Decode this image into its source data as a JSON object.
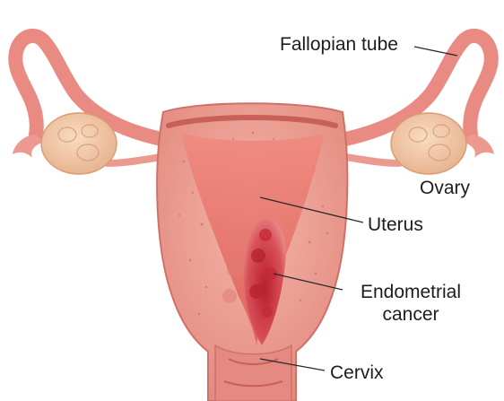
{
  "labels": {
    "fallopian_tube": "Fallopian tube",
    "ovary": "Ovary",
    "uterus": "Uterus",
    "endometrial_cancer": {
      "line1": "Endometrial",
      "line2": "cancer"
    },
    "cervix": "Cervix"
  },
  "colors": {
    "background": "#ffffff",
    "outer_wall": "#e98b82",
    "inner_wall": "#f3b3a8",
    "cavity": "#e36f66",
    "ovary": "#f2c6a4",
    "tumor": "#c8303a",
    "leader_line": "#2a2a2a",
    "label_text": "#1d1d1d"
  }
}
